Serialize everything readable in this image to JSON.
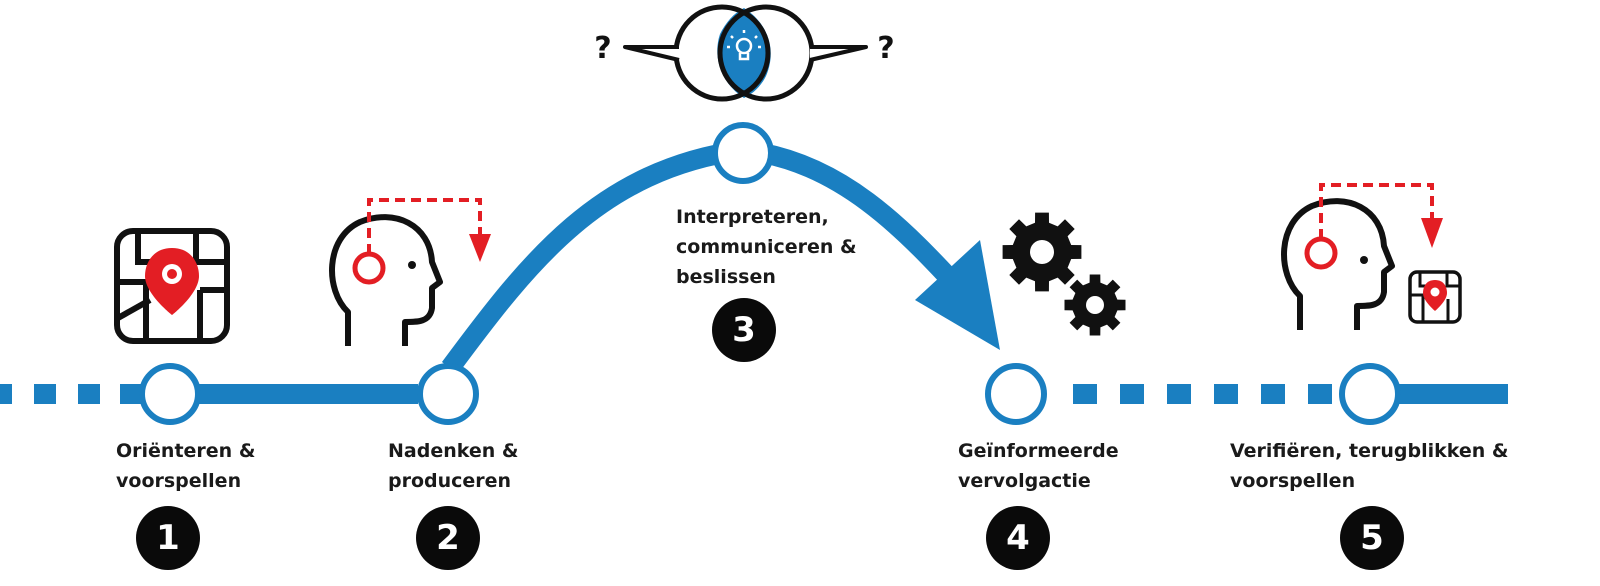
{
  "colors": {
    "path_blue": "#1a7fc1",
    "accent_red": "#e31e24",
    "ink": "#111111",
    "badge_bg": "#0a0a0a"
  },
  "steps": [
    {
      "number": "1",
      "lines": [
        "Oriënteren &",
        "voorspellen"
      ],
      "icon": "map-pin-icon"
    },
    {
      "number": "2",
      "lines": [
        "Nadenken &",
        "produceren"
      ],
      "icon": "head-thinking-icon"
    },
    {
      "number": "3",
      "lines": [
        "Interpreteren,",
        "communiceren &",
        "beslissen"
      ],
      "icon": "overlapping-views-lightbulb-icon"
    },
    {
      "number": "4",
      "lines": [
        "Geïnformeerde",
        "vervolgactie"
      ],
      "icon": "gears-icon"
    },
    {
      "number": "5",
      "lines": [
        "Verifiëren, terugblikken &",
        "voorspellen"
      ],
      "icon": "head-reflect-map-icon"
    }
  ],
  "question_marks": [
    "?",
    "?"
  ]
}
